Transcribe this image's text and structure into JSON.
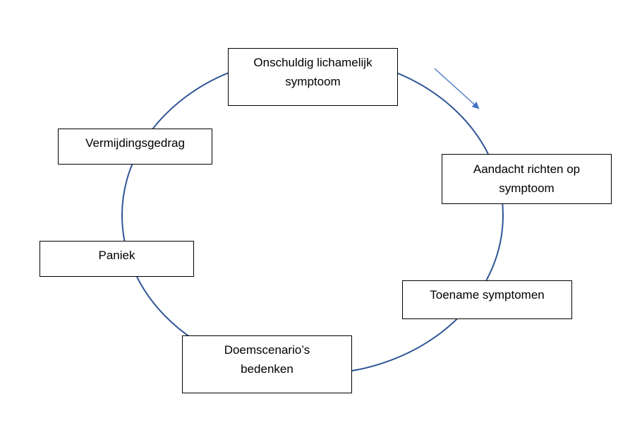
{
  "colors": {
    "cycle_line": "#2f5597",
    "arrow": "#4472c4",
    "box_border": "#000000",
    "text": "#000000"
  },
  "nodes": [
    {
      "label": "Onschuldig lichamelijk\nsymptoom"
    },
    {
      "label": "Aandacht richten op\nsymptoom"
    },
    {
      "label": "Toename symptomen"
    },
    {
      "label": "Doemscenario’s\nbedenken"
    },
    {
      "label": "Paniek"
    },
    {
      "label": "Vermijdingsgedrag"
    }
  ]
}
